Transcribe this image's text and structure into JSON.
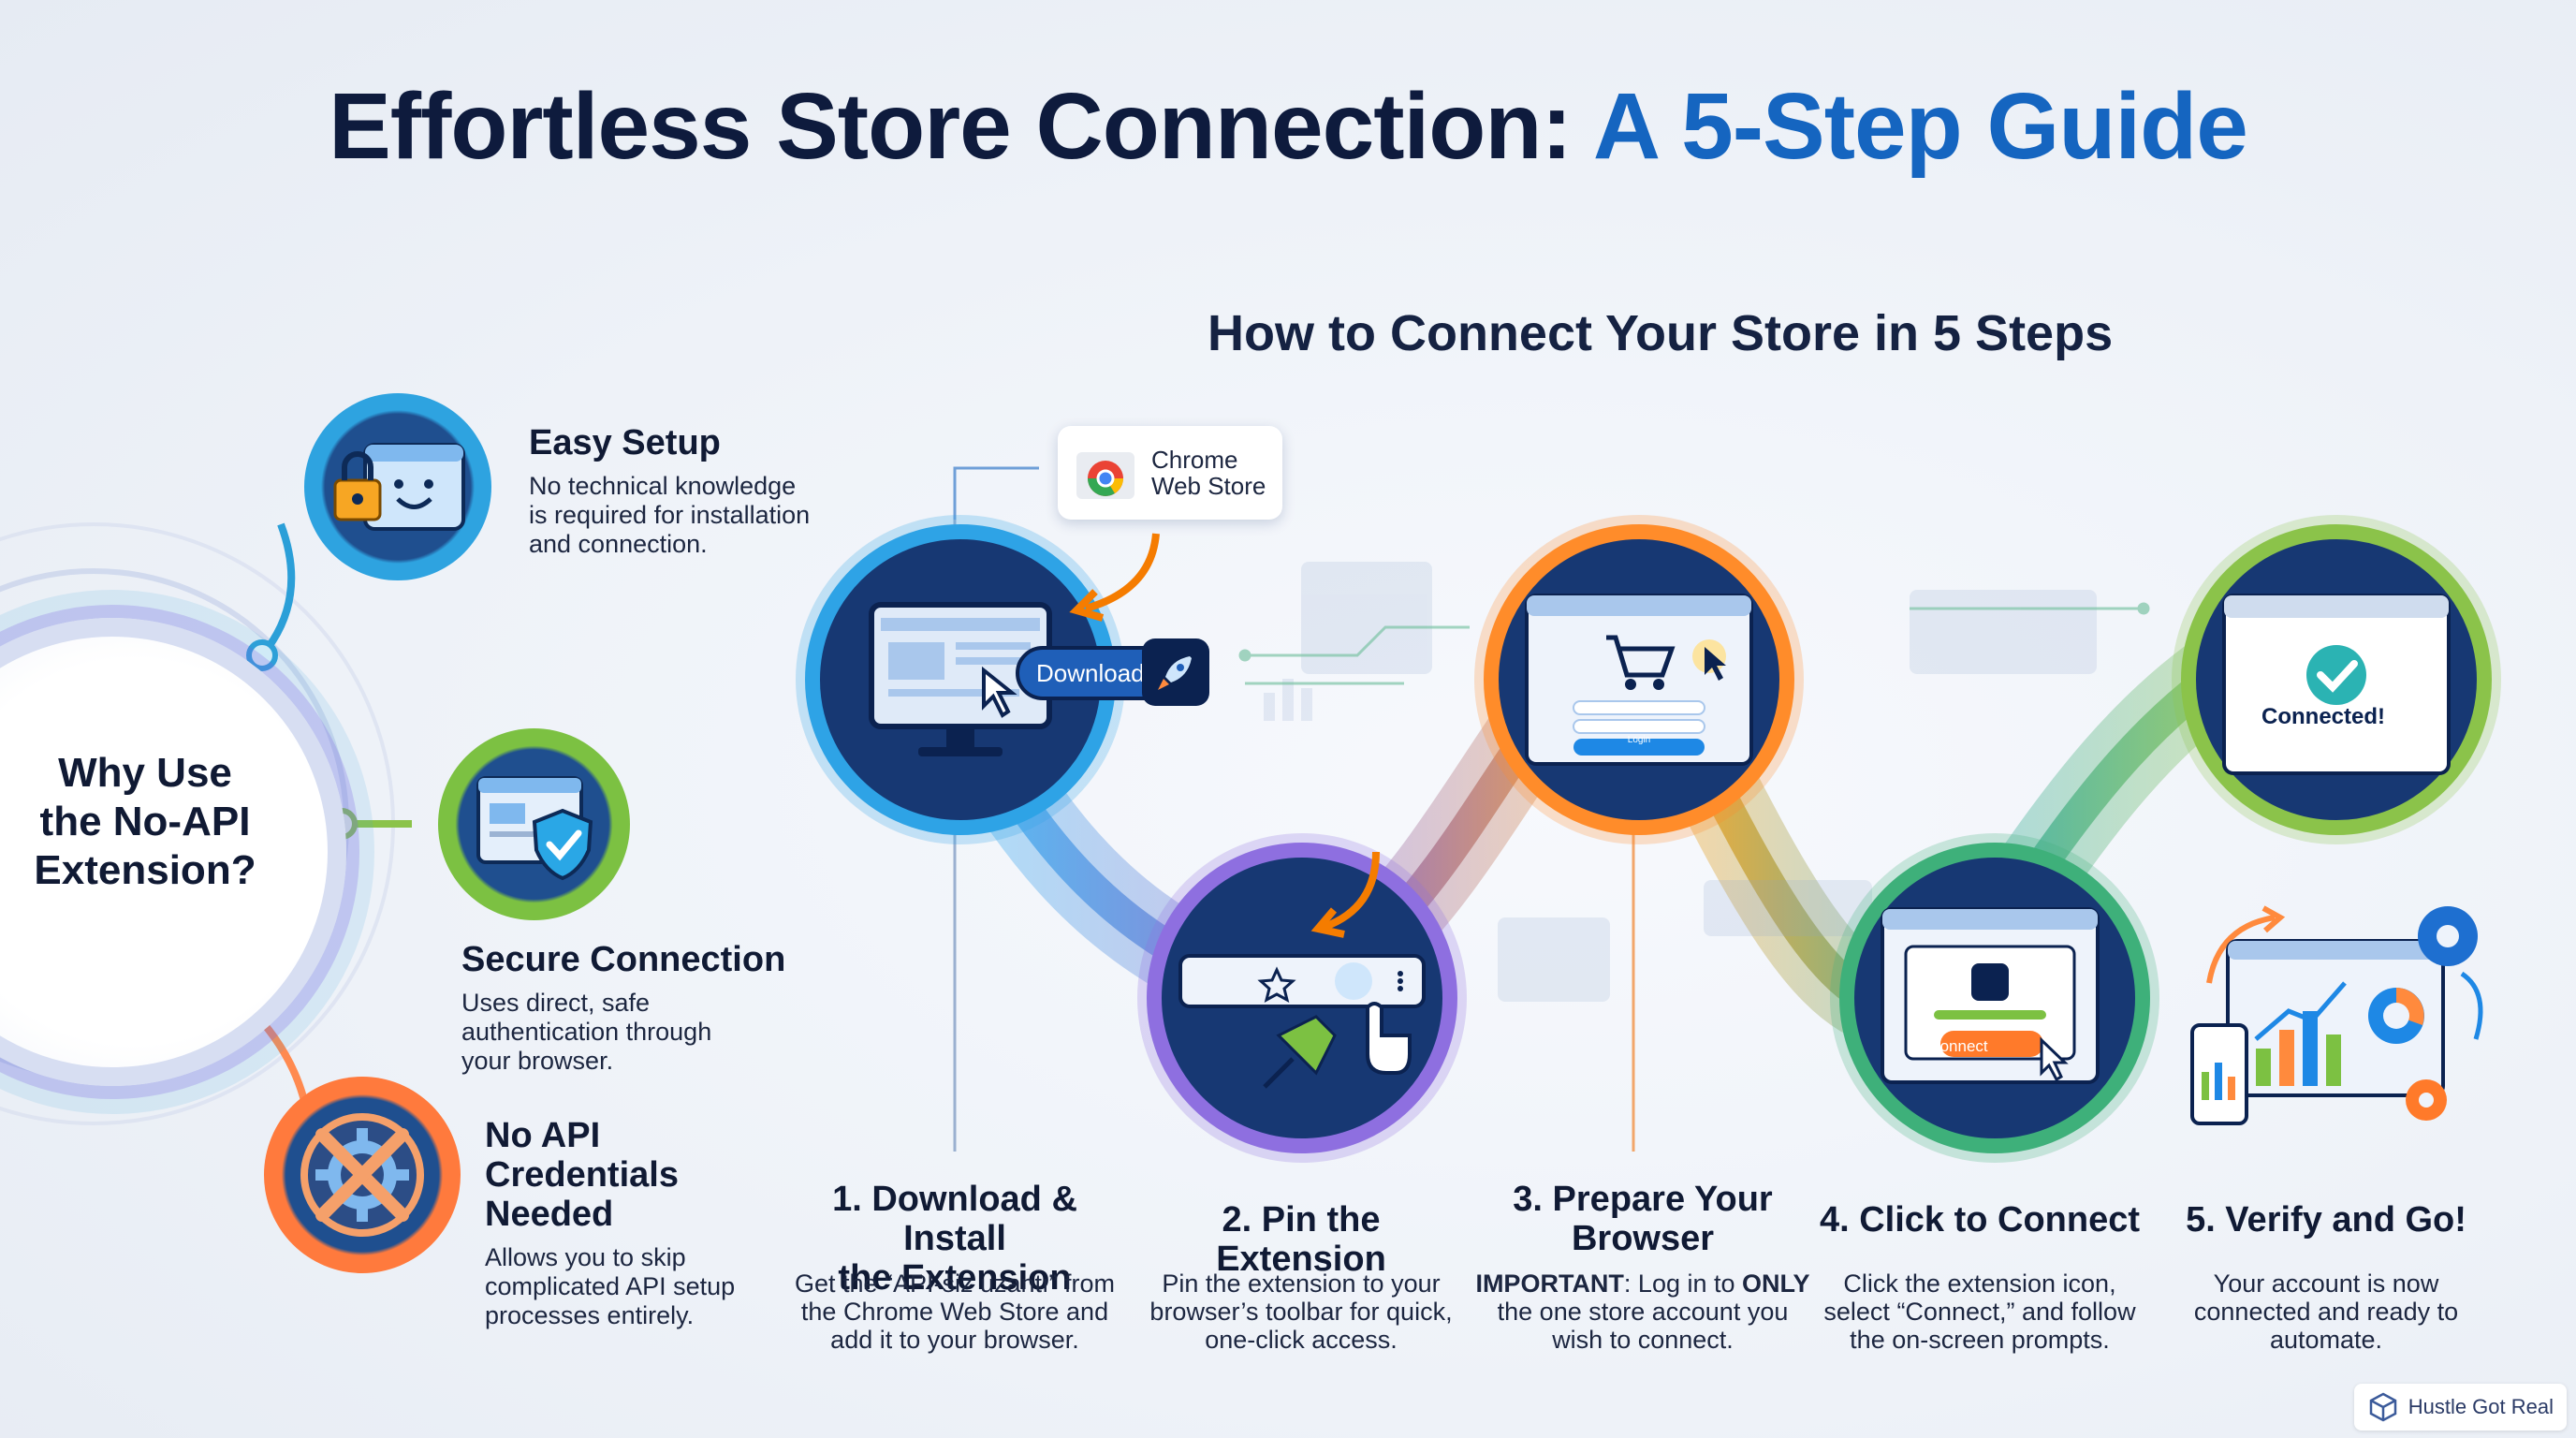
{
  "title": {
    "main": "Effortless Store Connection: ",
    "accent": "A 5-Step Guide"
  },
  "subtitle": "How to Connect Your Store in 5 Steps",
  "hub": {
    "line1": "Why Use",
    "line2": "the No-API",
    "line3": "Extension?"
  },
  "benefits": [
    {
      "title": "Easy Setup",
      "desc": [
        "No technical knowledge",
        "is required for installation",
        "and connection."
      ],
      "icon": "lock-browser-icon"
    },
    {
      "title": "Secure Connection",
      "desc": [
        "Uses direct, safe",
        "authentication through",
        "your browser."
      ],
      "icon": "shield-check-icon"
    },
    {
      "title": "No API Credentials Needed",
      "title_lines": [
        "No API",
        "Credentials",
        "Needed"
      ],
      "desc": [
        "Allows you to skip",
        "complicated API setup",
        "processes entirely."
      ],
      "icon": "no-gear-icon"
    }
  ],
  "callout": {
    "line1": "Chrome",
    "line2": "Web Store"
  },
  "download_label": "Download",
  "steps": [
    {
      "title_lines": [
        "1. Download & Install",
        "the Extension"
      ],
      "desc": [
        "Get the “API-siz uzantı” from",
        "the Chrome Web Store and",
        "add it to your browser."
      ]
    },
    {
      "title_lines": [
        "2. Pin the Extension"
      ],
      "desc": [
        "Pin the extension to your",
        "browser’s toolbar for quick,",
        "one-click access."
      ]
    },
    {
      "title_lines": [
        "3. Prepare Your",
        "Browser"
      ],
      "desc_important": "IMPORTANT",
      "desc_rest1": ": Log in to ",
      "desc_only": "ONLY",
      "desc": [
        "the one store account you",
        "wish to connect."
      ]
    },
    {
      "title_lines": [
        "4. Click to Connect"
      ],
      "desc": [
        "Click the extension icon,",
        "select “Connect,” and follow",
        "the on-screen prompts."
      ]
    },
    {
      "title_lines": [
        "5. Verify and Go!"
      ],
      "desc": [
        "Your account is now",
        "connected and ready to",
        "automate."
      ]
    }
  ],
  "screens": {
    "login": "Login",
    "connect": "Connect",
    "connected": "Connected!"
  },
  "watermark": "Hustle Got Real",
  "colors": {
    "title_dark": "#0e1b3d",
    "title_accent": "#1565c0",
    "step_blue": "#1e88e5",
    "step_purple": "#7e57c2",
    "step_orange": "#fb8c00",
    "step_green": "#43a047",
    "circle_fill": "#173873"
  }
}
